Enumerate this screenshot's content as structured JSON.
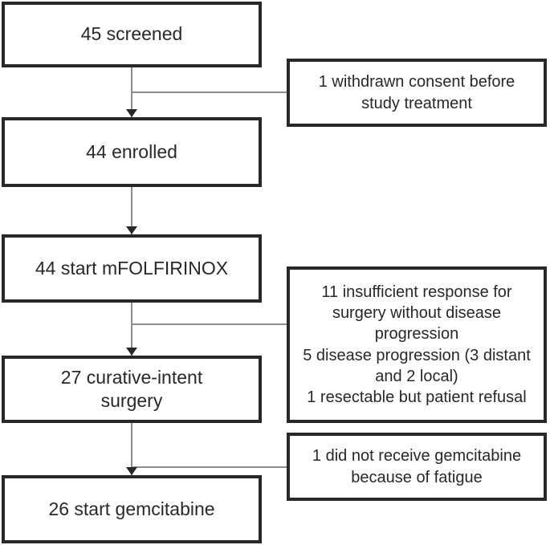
{
  "diagram": {
    "type": "patient-flow-chart",
    "colors": {
      "background": "#ffffff",
      "box_border": "#2a2727",
      "text": "#2a2727",
      "connector_line": "#8c8c8c",
      "arrowhead": "#2a2727"
    },
    "nodes": {
      "screened": {
        "count": "45",
        "label": "45 screened"
      },
      "withdrawn": {
        "count": "1",
        "label": "1 withdrawn consent before\nstudy treatment"
      },
      "enrolled": {
        "count": "44",
        "label": "44 enrolled"
      },
      "start_mfolfirinox": {
        "count": "44",
        "label": "44 start mFOLFIRINOX"
      },
      "excluded_before_surgery": {
        "counts": "11 / 5 / 1",
        "label": "11 insufficient response for\nsurgery without disease\nprogression\n5 disease progression (3 distant\nand 2 local)\n1 resectable but patient refusal"
      },
      "curative_intent_surgery": {
        "count": "27",
        "label": "27 curative-intent\nsurgery"
      },
      "no_gemcitabine": {
        "count": "1",
        "label": "1 did not receive gemcitabine\nbecause of fatigue"
      },
      "start_gemcitabine": {
        "count": "26",
        "label": "26 start gemcitabine"
      }
    },
    "edges": [
      {
        "from": "screened",
        "to": "enrolled",
        "branch_to": "withdrawn"
      },
      {
        "from": "enrolled",
        "to": "start_mfolfirinox"
      },
      {
        "from": "start_mfolfirinox",
        "to": "curative_intent_surgery",
        "branch_to": "excluded_before_surgery"
      },
      {
        "from": "curative_intent_surgery",
        "to": "start_gemcitabine",
        "branch_to": "no_gemcitabine"
      }
    ]
  }
}
